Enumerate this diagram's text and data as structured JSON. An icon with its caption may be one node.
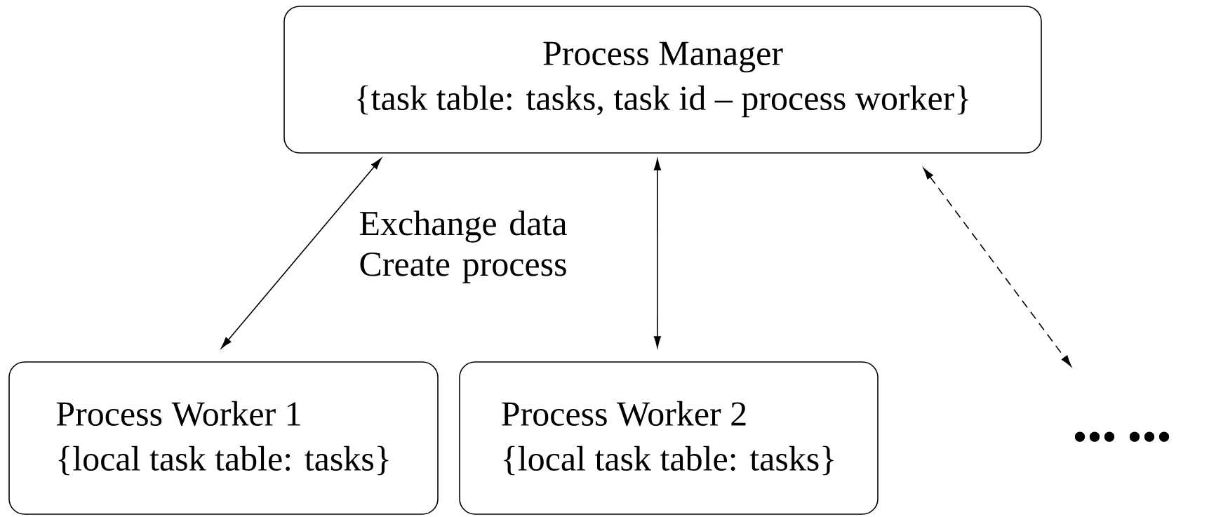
{
  "diagram": {
    "nodes": [
      {
        "text": [
          "Process Manager",
          "{task table: tasks, task id – process worker}"
        ]
      },
      {
        "text": [
          "Process Worker 1",
          "{local task table: tasks}"
        ]
      },
      {
        "text": [
          "Process Worker 2",
          "{local task table: tasks}"
        ]
      },
      {
        "text": [
          "••• •••"
        ]
      }
    ],
    "edges": [
      {
        "from": 0,
        "to": 1,
        "arrow": "both",
        "label": "Exchange data Create process"
      },
      {
        "from": 0,
        "to": 2,
        "arrow": "both"
      },
      {
        "from": 0,
        "to": 3,
        "arrow": "both",
        "style": "dashed"
      }
    ]
  }
}
